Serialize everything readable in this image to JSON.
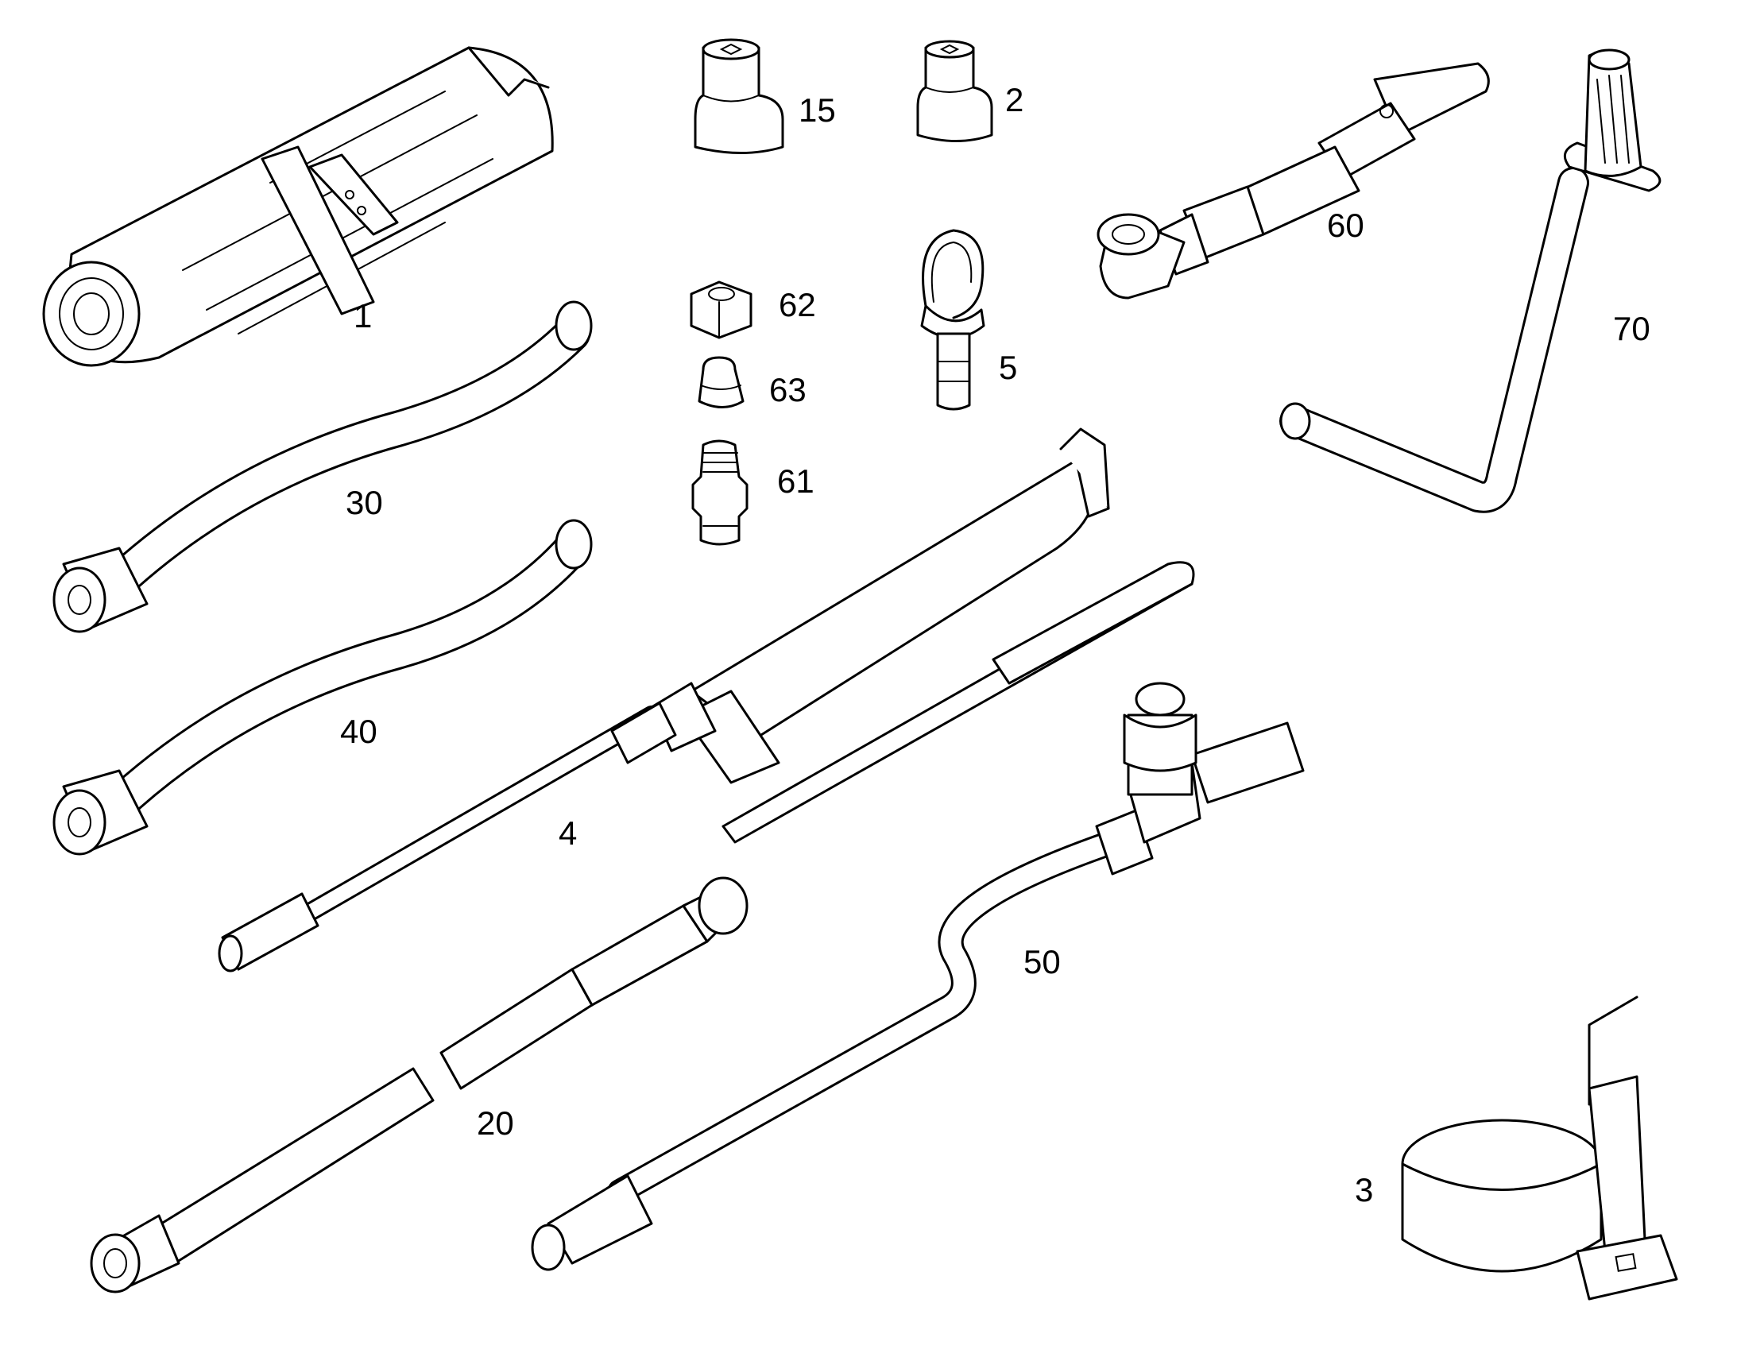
{
  "labels": {
    "p1": "1",
    "p2": "2",
    "p3": "3",
    "p4": "4",
    "p5": "5",
    "p15": "15",
    "p20": "20",
    "p30": "30",
    "p40": "40",
    "p50": "50",
    "p60": "60",
    "p61": "61",
    "p62": "62",
    "p63": "63",
    "p70": "70"
  },
  "colors": {
    "stroke": "#000000",
    "background": "#ffffff"
  }
}
